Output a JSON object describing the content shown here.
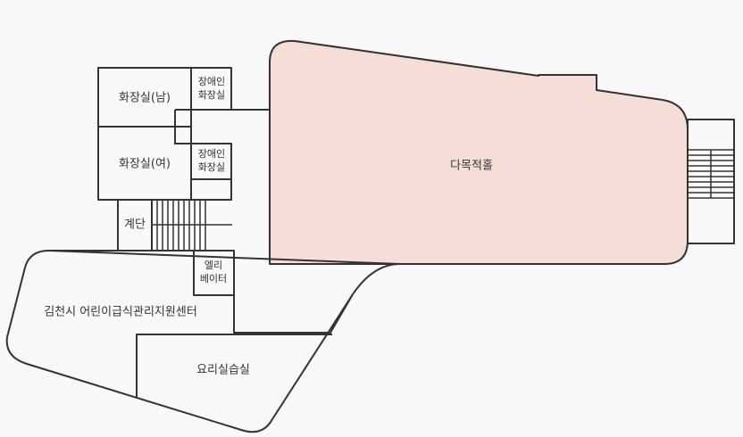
{
  "colors": {
    "background": "#f8f8f8",
    "wall": "#333333",
    "hall_fill": "#f5ddd8",
    "text": "#333333"
  },
  "rooms": {
    "mens_restroom": "화장실(남)",
    "womens_restroom": "화장실(여)",
    "accessible_restroom_1": [
      "장애인",
      "화장실"
    ],
    "accessible_restroom_2": [
      "장애인",
      "화장실"
    ],
    "stairs": "계단",
    "elevator": [
      "엘리",
      "베이터"
    ],
    "multipurpose_hall": "다목적홀",
    "center": "김천시 어린이급식관리지원센터",
    "cooking_room": "요리실습실"
  }
}
